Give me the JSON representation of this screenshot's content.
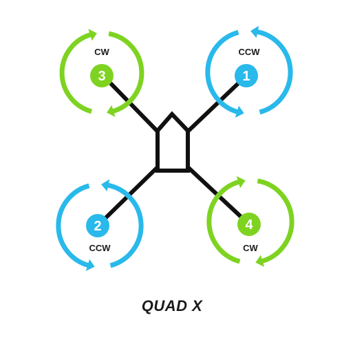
{
  "title": "QUAD X",
  "colors": {
    "cw": "#7ed321",
    "ccw": "#29b9ea",
    "frame": "#111111"
  },
  "motors": [
    {
      "id": "motor-1",
      "number": "1",
      "direction": "CCW"
    },
    {
      "id": "motor-2",
      "number": "2",
      "direction": "CCW"
    },
    {
      "id": "motor-3",
      "number": "3",
      "direction": "CW"
    },
    {
      "id": "motor-4",
      "number": "4",
      "direction": "CW"
    }
  ]
}
